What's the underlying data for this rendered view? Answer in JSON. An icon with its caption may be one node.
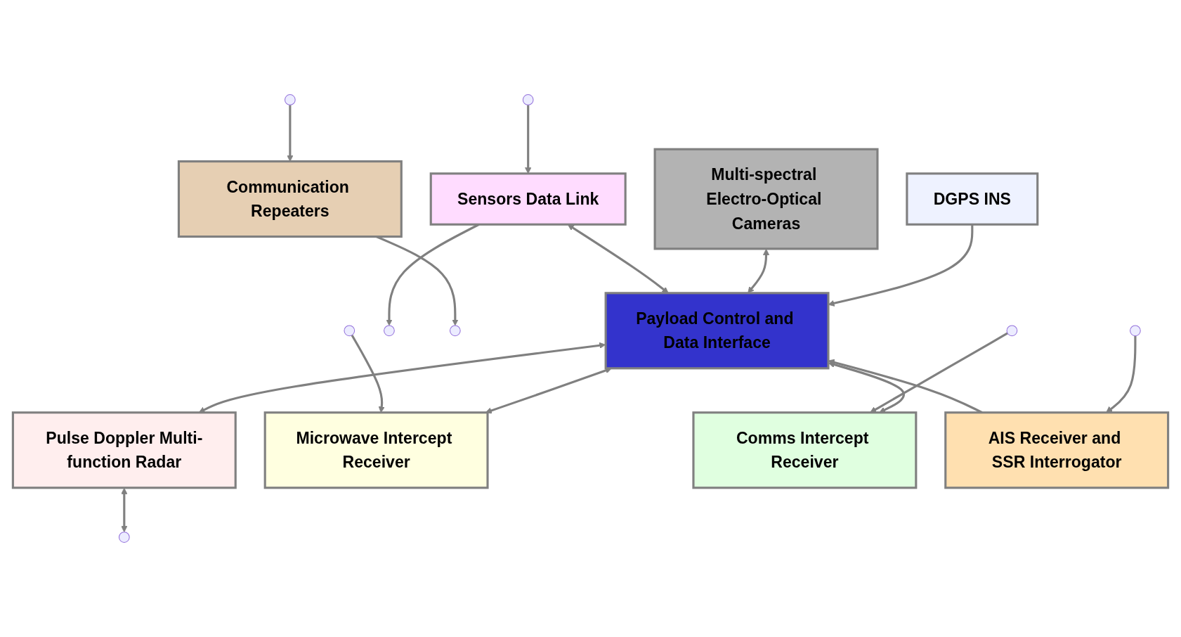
{
  "diagram": {
    "nodes": [
      {
        "text": [
          "DGPS INS"
        ]
      },
      {
        "text": [
          "Multi-spectral Electro-Optical Cameras"
        ]
      },
      {
        "text": [
          "Sensors Data Link"
        ]
      },
      {
        "text": [
          "Payload Control and Data Interface"
        ]
      },
      {
        "text": [
          "Communication Repeaters"
        ]
      },
      {
        "text": [
          "Pulse Doppler Multi-function Radar"
        ]
      },
      {
        "text": [
          "Microwave Intercept Receiver"
        ]
      },
      {
        "text": [
          "Comms Intercept Receiver"
        ]
      },
      {
        "text": [
          "AIS Receiver and SSR Interrogator"
        ]
      }
    ],
    "edges": [
      {
        "from": 0,
        "to": 3,
        "arrow": "to"
      },
      {
        "from": 1,
        "to": 3,
        "arrow": "both"
      },
      {
        "from": 2,
        "to": 3,
        "arrow": "both"
      },
      {
        "from": 2,
        "to": null,
        "arrow": "to"
      },
      {
        "from": null,
        "to": 2,
        "arrow": "to"
      },
      {
        "from": 5,
        "to": 3,
        "arrow": "both"
      },
      {
        "from": 6,
        "to": 3,
        "arrow": "both"
      },
      {
        "from": 7,
        "to": 3,
        "arrow": "both"
      },
      {
        "from": 8,
        "to": 3,
        "arrow": "to"
      },
      {
        "from": 4,
        "to": null,
        "arrow": "to"
      },
      {
        "from": null,
        "to": 4,
        "arrow": "to"
      },
      {
        "from": 5,
        "to": null,
        "arrow": "both"
      },
      {
        "from": null,
        "to": 6,
        "arrow": "to"
      },
      {
        "from": null,
        "to": 7,
        "arrow": "to"
      },
      {
        "from": null,
        "to": 8,
        "arrow": "to"
      }
    ]
  }
}
